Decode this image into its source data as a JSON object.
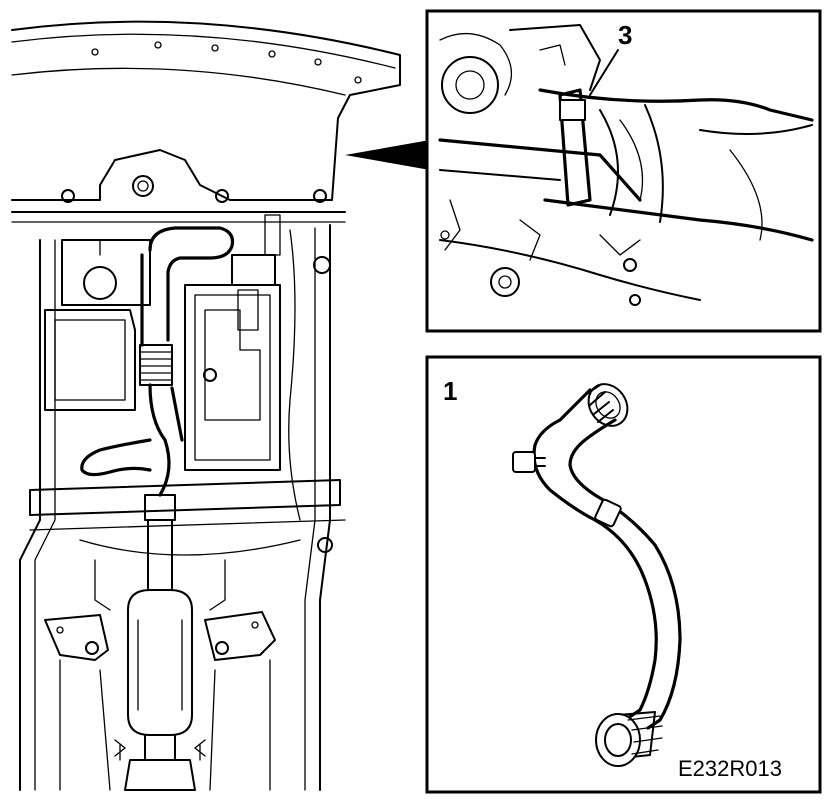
{
  "diagram": {
    "callouts": {
      "detail_part": "3",
      "component_part": "1"
    },
    "figure_code": "E232R013"
  }
}
